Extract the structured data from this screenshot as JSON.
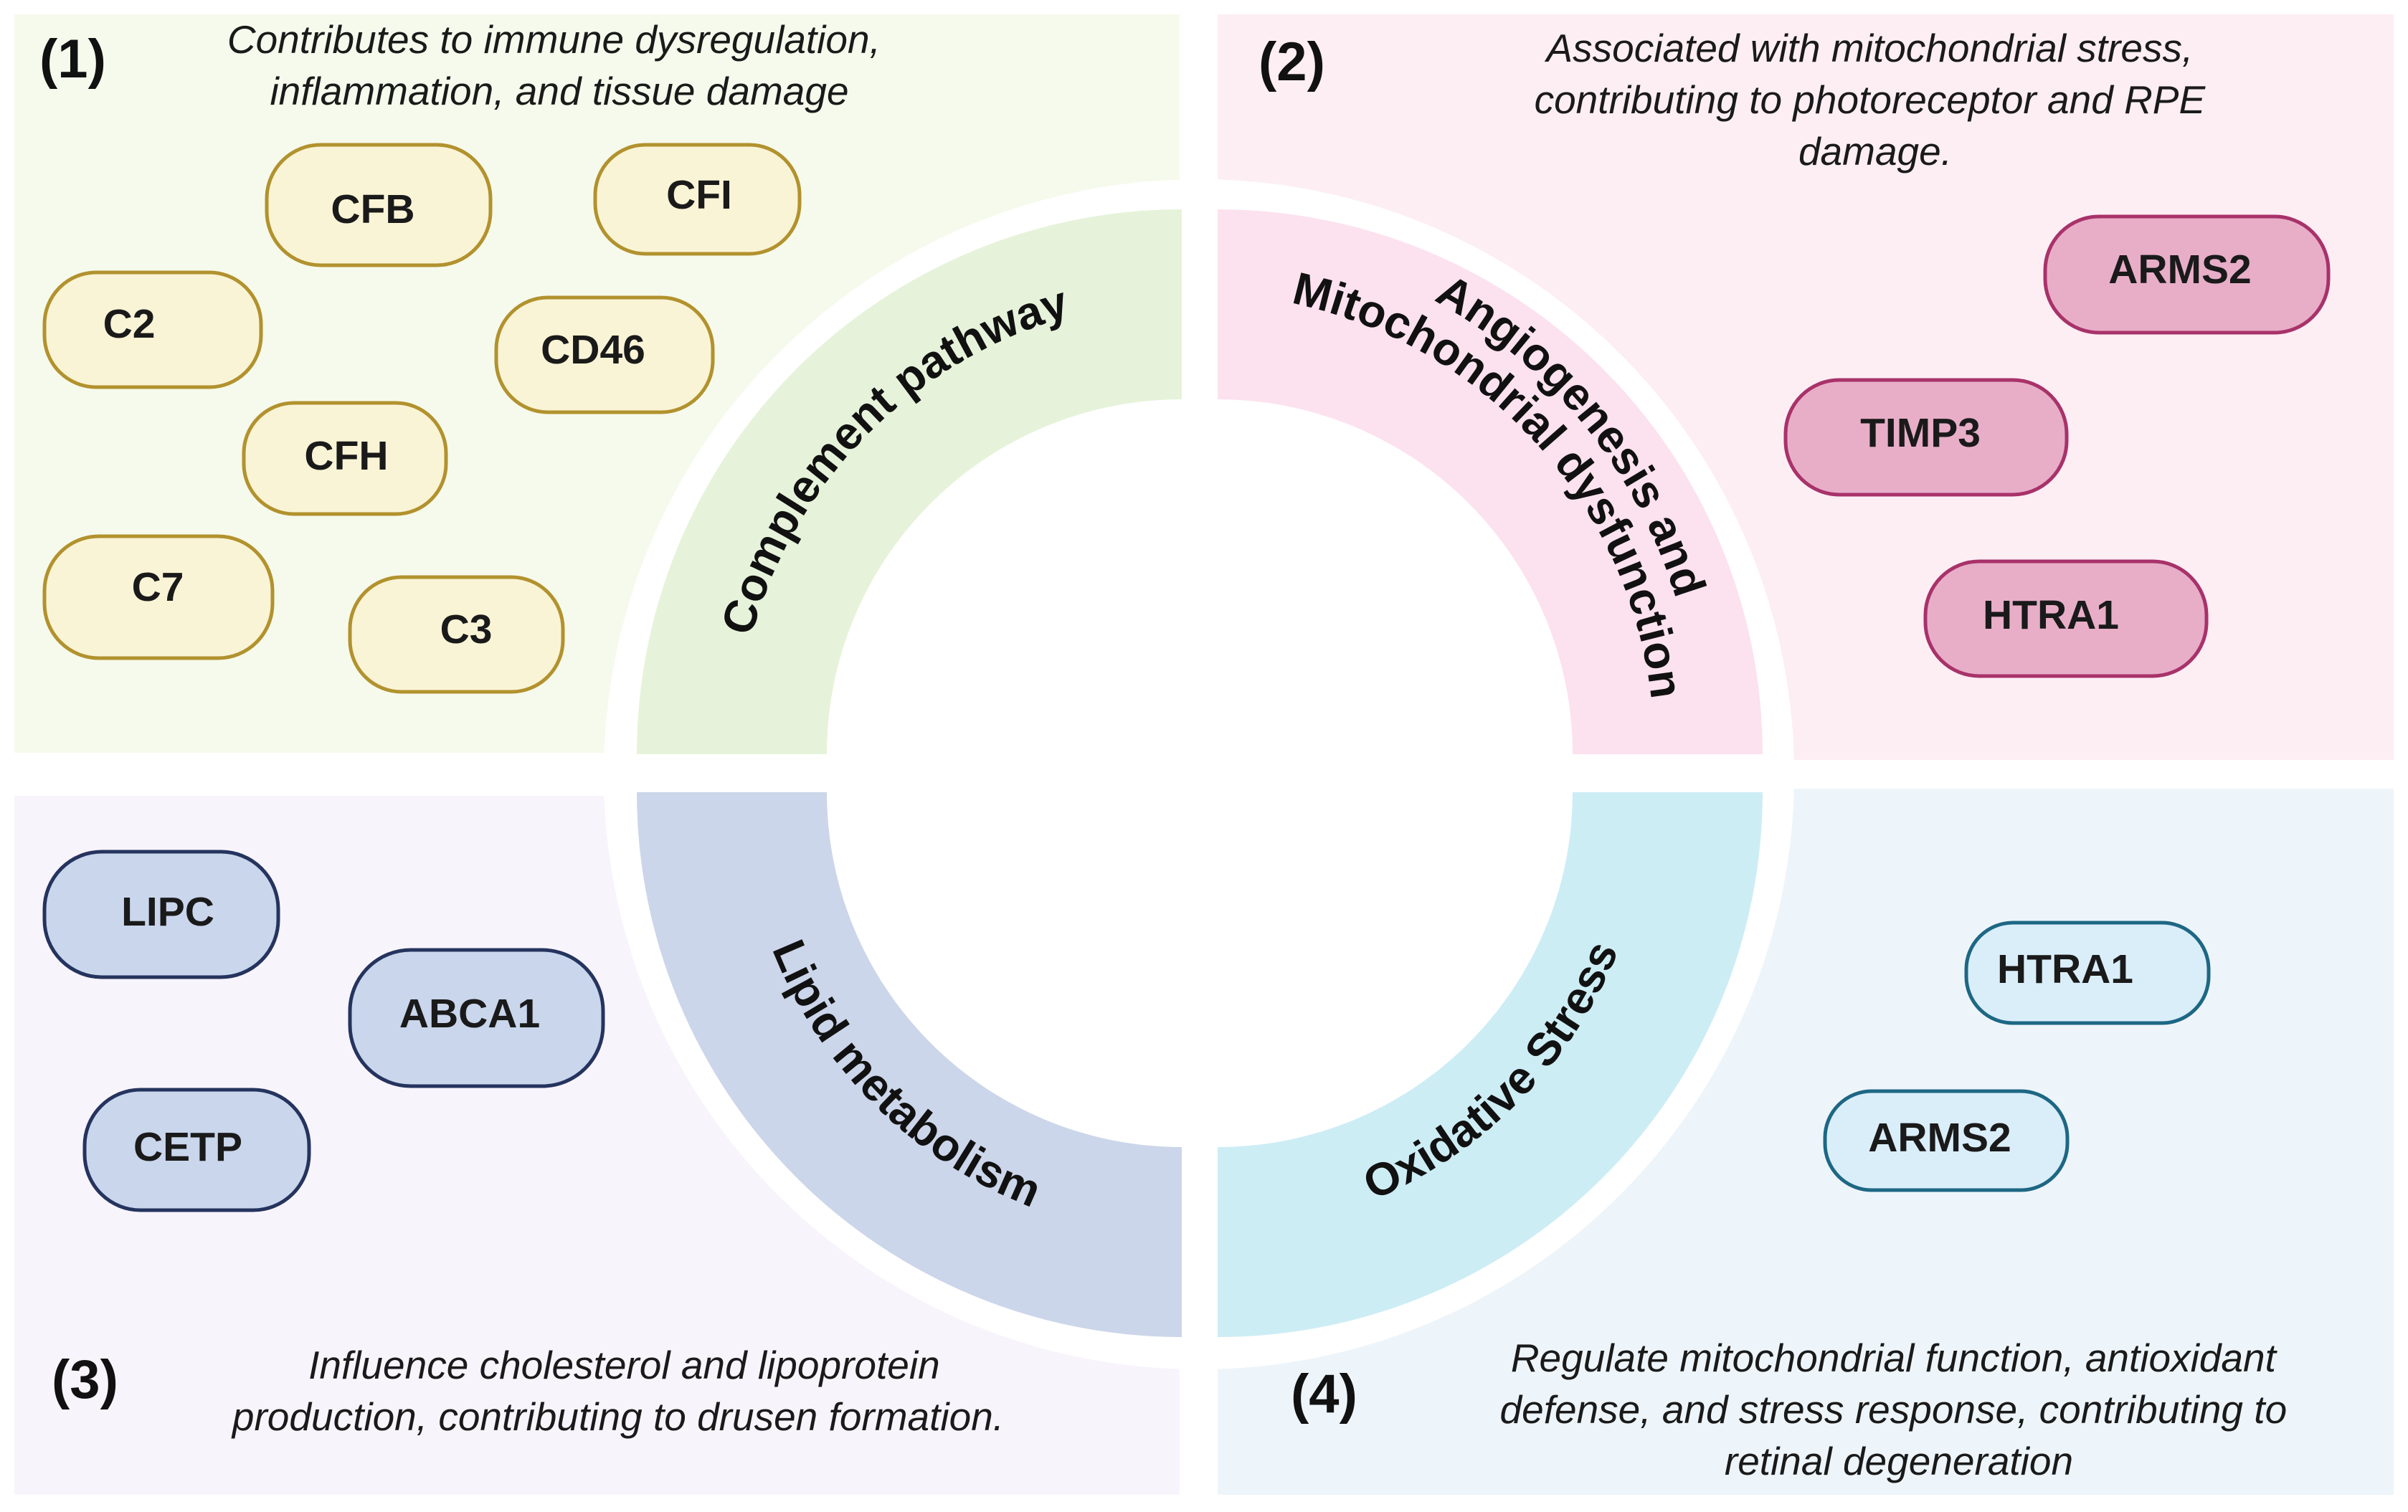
{
  "quadrants": [
    {
      "number": "(1)",
      "description": [
        "Contributes to immune dysregulation,",
        "inflammation, and tissue damage"
      ],
      "pathway": "Complement pathway",
      "colors": {
        "panel": "#F6FAEC",
        "ring": "#E6F3DA",
        "chip_fill": "#FAF4D6",
        "chip_stroke": "#B2922E"
      },
      "genes": [
        "CFB",
        "CFI",
        "C2",
        "CD46",
        "CFH",
        "C7",
        "C3"
      ]
    },
    {
      "number": "(2)",
      "description": [
        "Associated with mitochondrial stress,",
        "contributing to photoreceptor and RPE",
        "damage."
      ],
      "pathway": [
        "Angiogenesis and",
        "Mitochondrial dysfunction"
      ],
      "colors": {
        "panel": "#FDEEF4",
        "ring": "#FCE2EE",
        "chip_fill": "#E8AEC8",
        "chip_stroke": "#A8326A"
      },
      "genes": [
        "ARMS2",
        "TIMP3",
        "HTRA1"
      ]
    },
    {
      "number": "(3)",
      "description": [
        "Influence cholesterol and lipoprotein",
        "production, contributing to drusen formation."
      ],
      "pathway": "Lipid metabolism",
      "colors": {
        "panel": "#F8F4FC",
        "ring": "#CCD6EA",
        "chip_fill": "#C9D6EC",
        "chip_stroke": "#25345E"
      },
      "genes": [
        "LIPC",
        "ABCA1",
        "CETP"
      ]
    },
    {
      "number": "(4)",
      "description": [
        "Regulate mitochondrial function, antioxidant",
        "defense, and stress response, contributing to",
        "retinal degeneration"
      ],
      "pathway": "Oxidative Stress",
      "colors": {
        "panel": "#EEF5FA",
        "ring": "#CDEDF5",
        "chip_fill": "#DAEEFA",
        "chip_stroke": "#1D6784"
      },
      "genes": [
        "HTRA1",
        "ARMS2"
      ]
    }
  ]
}
